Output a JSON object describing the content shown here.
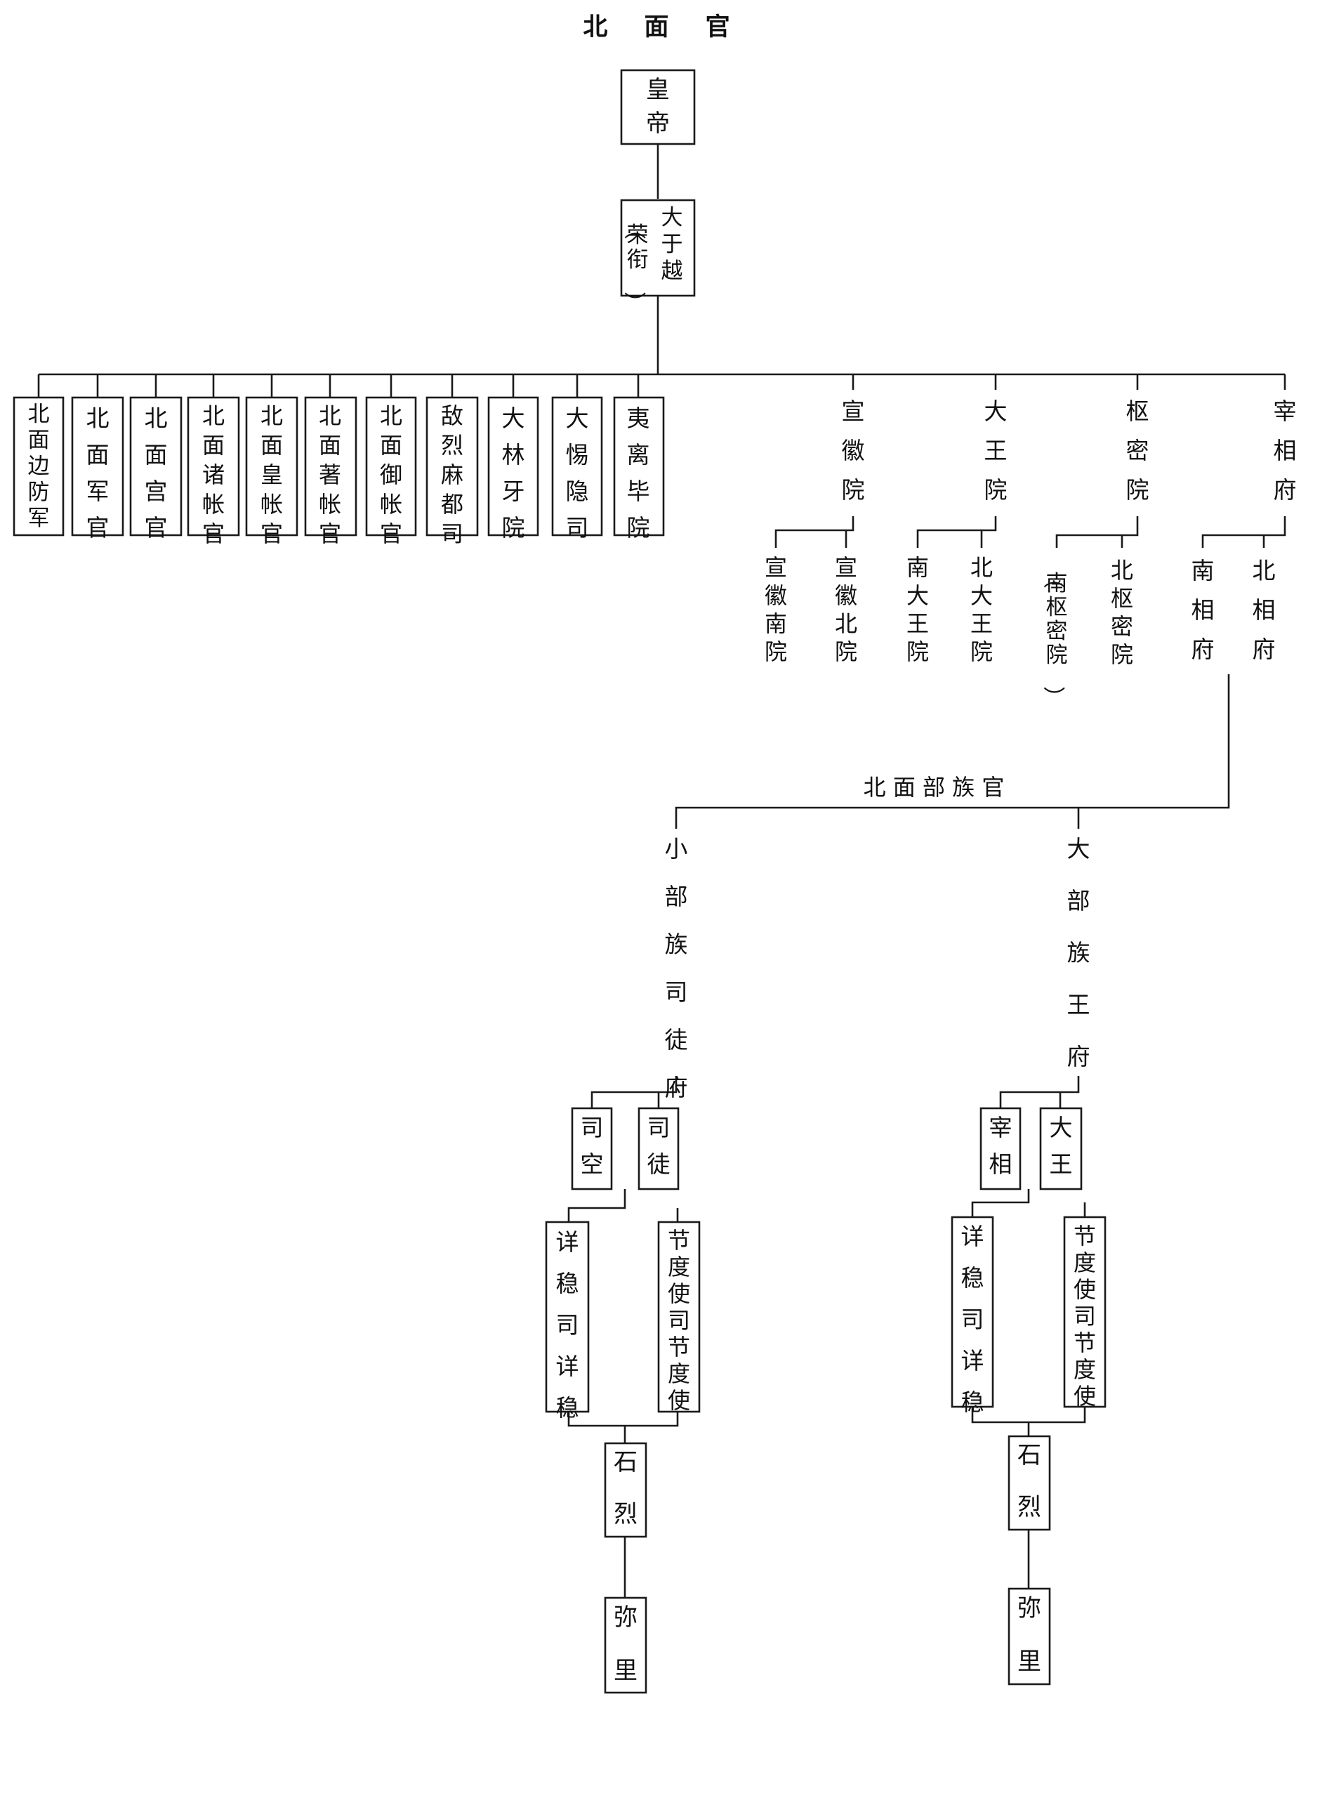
{
  "title": "北 面 官",
  "section_label": "北 面 部 族 官",
  "nodes": {
    "emperor": "皇帝",
    "dayuyue": "大于越",
    "dayuyue_note": "（荣衔）",
    "bianfangjun": "北面边防军",
    "junguan": "北面军官",
    "gongguan": "北面宫官",
    "zhuzhangguan": "北面诸帐官",
    "huangzhangguan": "北面皇帐官",
    "zhuzhang2guan": "北面著帐官",
    "yuzhangguan": "北面御帐官",
    "dielie": "敌烈麻都司",
    "dalinya": "大林牙院",
    "dachang": "大惕隐司",
    "yili": "夷离毕院",
    "xuanhui": "宣徽院",
    "xuanhui_nan": "宣徽南院",
    "xuanhui_bei": "宣徽北院",
    "dawang": "大王院",
    "nan_dawang": "南大王院",
    "bei_dawang": "北大王院",
    "shumi": "枢密院",
    "nan_shumi": "（南枢密院）",
    "bei_shumi": "北枢密院",
    "zaixiang": "宰相府",
    "nan_xiang": "南相府",
    "bei_xiang": "北相府",
    "small_tribe": "小部族司徒府",
    "big_tribe": "大部族王府",
    "sikong": "司空",
    "situ": "司徒",
    "small_xiangwen": "详稳司详稳",
    "small_jiedu": "节度使司节度使",
    "small_shilie": "石烈",
    "small_mili": "弥里",
    "big_zaixiang": "宰相",
    "big_dawang": "大王",
    "big_xiangwen": "详稳司详稳",
    "big_jiedu": "节度使司节度使",
    "big_shilie": "石烈",
    "big_mili": "弥里"
  }
}
